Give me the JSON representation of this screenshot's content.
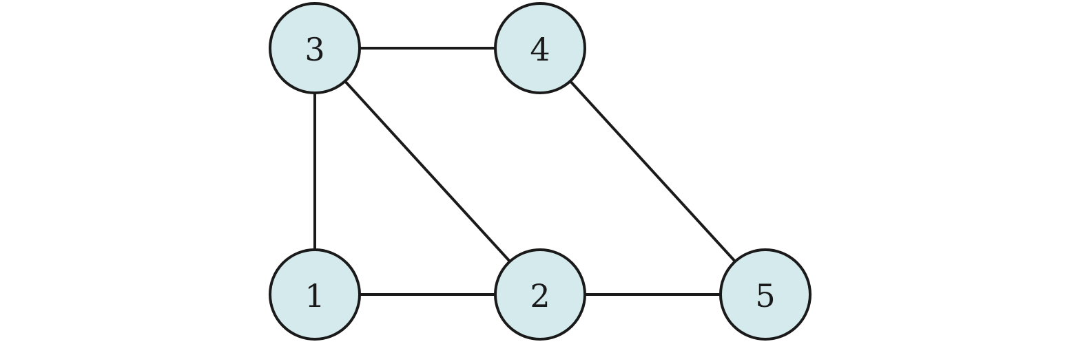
{
  "graph": {
    "node_fill": "#d4eaec",
    "stroke_color": "#1a1a1a",
    "nodes": [
      {
        "id": "1",
        "label": "1"
      },
      {
        "id": "2",
        "label": "2"
      },
      {
        "id": "3",
        "label": "3"
      },
      {
        "id": "4",
        "label": "4"
      },
      {
        "id": "5",
        "label": "5"
      }
    ],
    "edges": [
      {
        "from": "1",
        "to": "3"
      },
      {
        "from": "1",
        "to": "2"
      },
      {
        "from": "3",
        "to": "4"
      },
      {
        "from": "3",
        "to": "2"
      },
      {
        "from": "4",
        "to": "5"
      },
      {
        "from": "2",
        "to": "5"
      }
    ]
  }
}
